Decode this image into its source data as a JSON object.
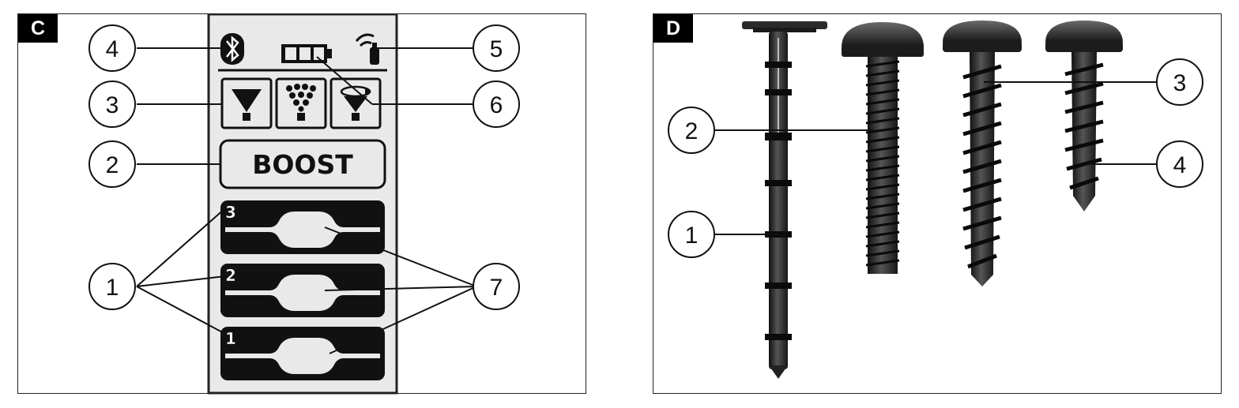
{
  "panels": {
    "c": {
      "tag": "C"
    },
    "d": {
      "tag": "D"
    }
  },
  "display": {
    "boost_label": "BOOST",
    "speed_levels": [
      "3",
      "2",
      "1"
    ]
  },
  "callouts_c": {
    "bluetooth": "4",
    "wifi": "5",
    "mode": "3",
    "battery": "6",
    "boost": "2",
    "levels": "1",
    "sliders": "7"
  },
  "callouts_d": {
    "anchor": "1",
    "machine_screw": "2",
    "wood_screw": "3",
    "short_screw": "4"
  },
  "colors": {
    "lcd_bg": "#e9e9e9",
    "ink": "#111111",
    "metal": "#2a2a2a"
  },
  "icons": [
    "bluetooth-icon",
    "battery-icon",
    "wifi-signal-icon",
    "cone-spray-icon",
    "dots-spray-icon",
    "rotating-spray-icon"
  ]
}
